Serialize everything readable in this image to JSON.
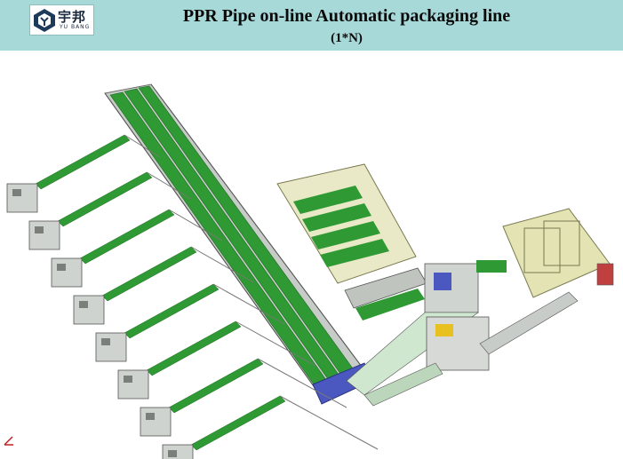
{
  "header": {
    "logo_cn": "宇邦",
    "logo_en": "YU BANG",
    "title": "PPR Pipe on-line Automatic packaging line",
    "subtitle": "(1*N)"
  },
  "colors": {
    "header_bg": "#a8d9d9",
    "conveyor_green": "#2f9a34",
    "frame_gray": "#8a8f8a",
    "cage_yellow": "#d9d9a0",
    "accent_blue": "#4a58c0"
  },
  "components": {
    "extruder_lines": 8,
    "main_conveyor": "green triple-lane conveyor",
    "packaging_units": [
      "collecting cage",
      "bagging machine",
      "stacking frame"
    ]
  }
}
